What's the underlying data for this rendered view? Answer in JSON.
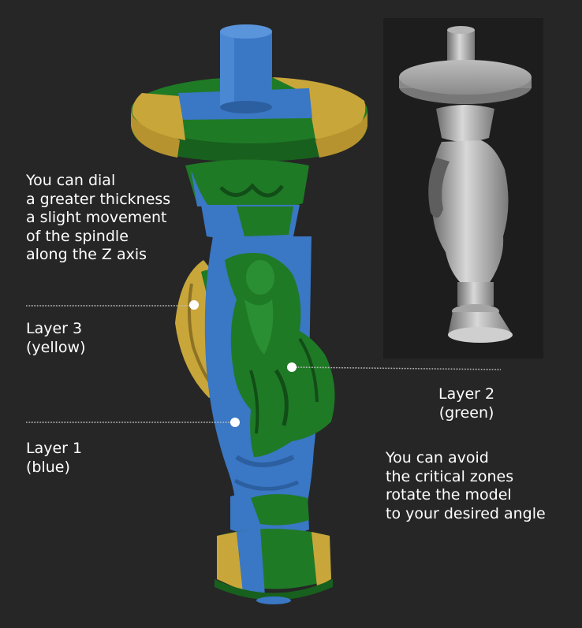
{
  "annotations": {
    "dial_text": [
      "You can dial",
      "a greater thickness",
      "a slight movement",
      "of the spindle",
      "along the Z axis"
    ],
    "avoid_text": [
      "You can avoid",
      "the critical zones",
      "rotate the model",
      "to your desired angle"
    ]
  },
  "layers": {
    "layer3": {
      "title": "Layer 3",
      "color_name": "(yellow)"
    },
    "layer2": {
      "title": "Layer 2",
      "color_name": "(green)"
    },
    "layer1": {
      "title": "Layer 1",
      "color_name": "(blue)"
    }
  },
  "colors": {
    "background": "#262626",
    "panel": "#1d1d1d",
    "blue": "#3a77c4",
    "green": "#1f7a26",
    "yellow": "#c9a63a",
    "gray_model": "#9a9a9a",
    "text": "#ffffff"
  }
}
